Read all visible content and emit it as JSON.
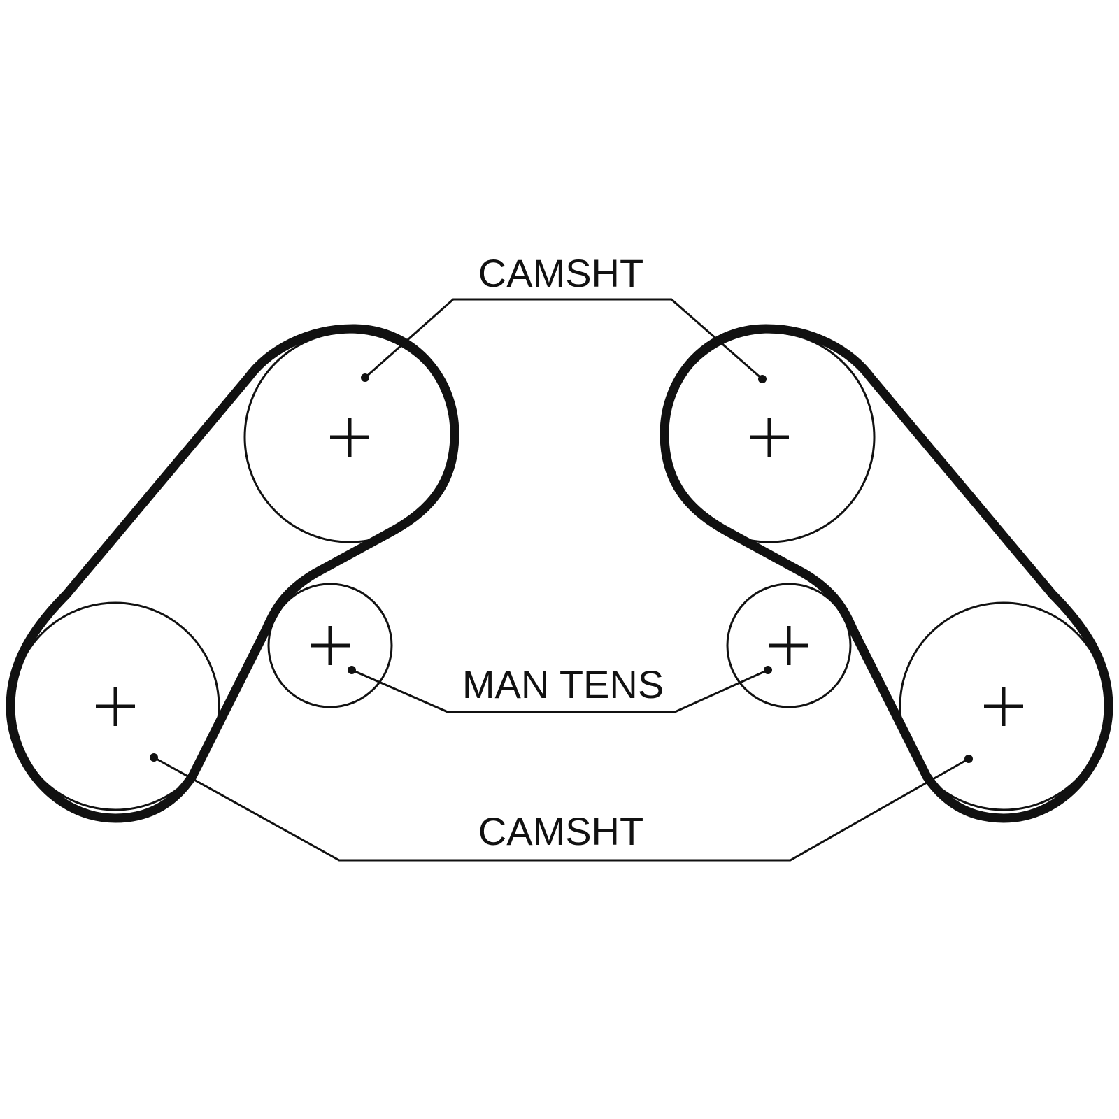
{
  "labels": {
    "camshaft_top": "CAMSHT",
    "tensioner": "MAN TENS",
    "camshaft_bottom": "CAMSHT"
  },
  "colors": {
    "line": "#111111",
    "background": "#ffffff"
  }
}
